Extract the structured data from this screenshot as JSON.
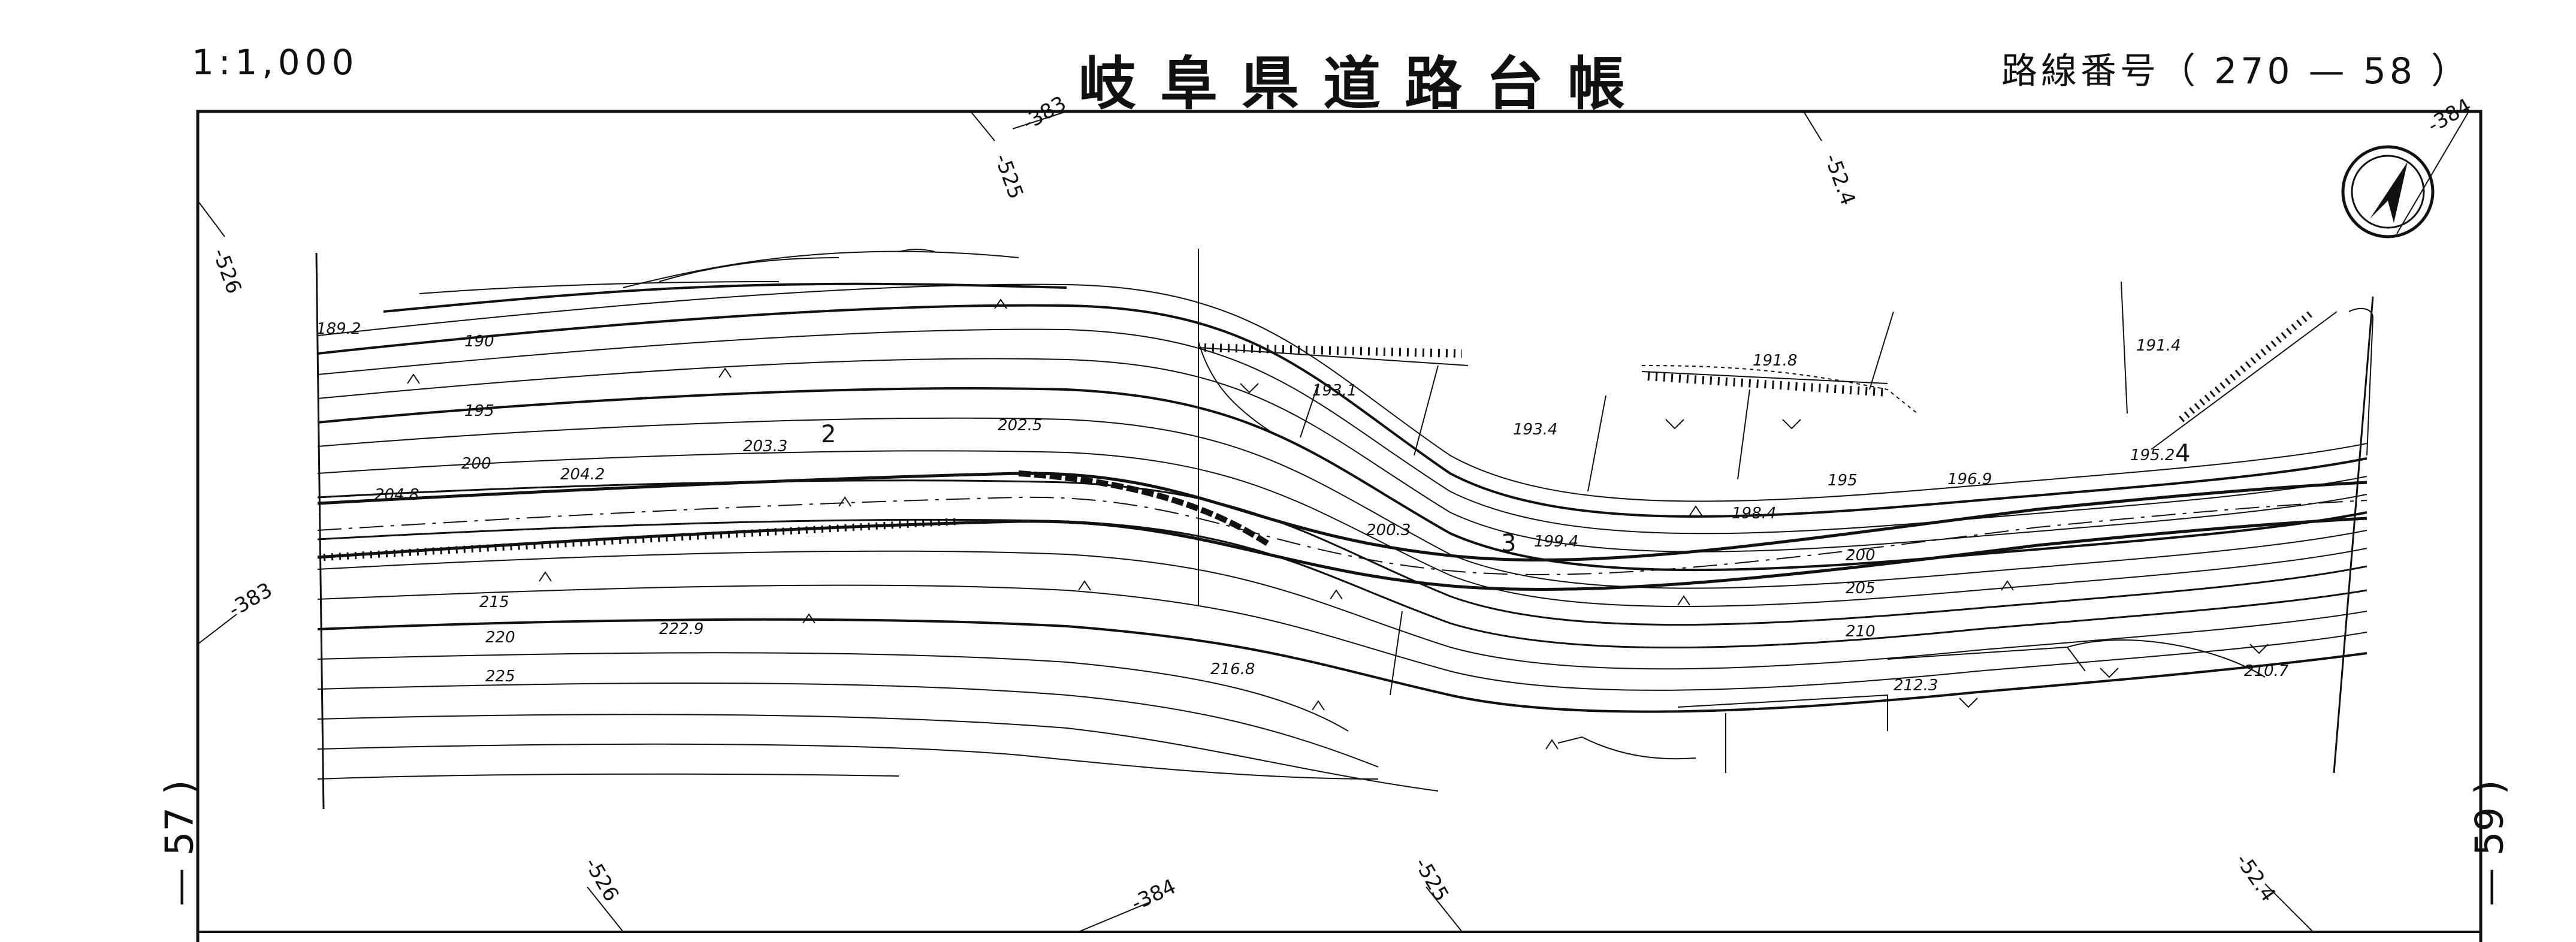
{
  "header": {
    "scale": "1:1,000",
    "title": "岐阜県道路台帳",
    "route": "路線番号（ 270 — 58 ）"
  },
  "sheets": {
    "left": "— 57 )",
    "right": "— 59 )"
  },
  "grid_labels": [
    "-383",
    "-525",
    "-52.4",
    "-384",
    "-526",
    "-383",
    "-526",
    "-384",
    "-525",
    "-52.4"
  ],
  "elevations": [
    "189.2",
    "190",
    "195",
    "200",
    "204.2",
    "204.8",
    "203.3",
    "202.5",
    "215",
    "220",
    "222.9",
    "225",
    "216.8",
    "200.3",
    "199.4",
    "198.4",
    "200",
    "205",
    "210",
    "195",
    "196.9",
    "195.2",
    "193.1",
    "193.4",
    "191.8",
    "191.4",
    "212.3",
    "210.7"
  ],
  "markers": [
    "2",
    "3",
    "4"
  ],
  "colors": {
    "ink": "#111111",
    "background": "#ffffff"
  },
  "icons": {
    "north_arrow": "north-arrow-icon"
  }
}
